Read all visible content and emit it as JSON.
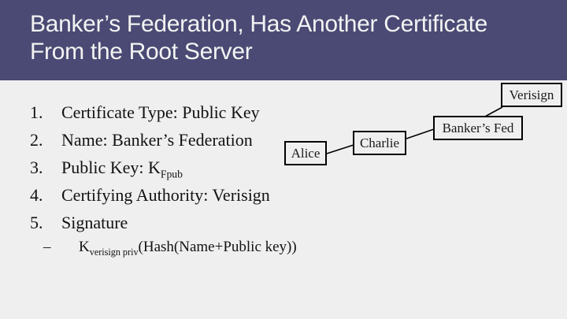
{
  "slide": {
    "title_line1": "Banker’s Federation, Has Another Certificate",
    "title_line2": "From the Root Server",
    "colors": {
      "title_bg": "#4a4a74",
      "title_text": "#f3f3f3",
      "content_bg": "#efefef",
      "box_border": "#000000",
      "body_text": "#121212"
    },
    "list": {
      "items": [
        {
          "number": "1.",
          "text": "Certificate Type: Public Key"
        },
        {
          "number": "2.",
          "text": "Name: Banker’s Federation"
        },
        {
          "number": "3.",
          "text": "Public Key: K",
          "sub": "Fpub"
        },
        {
          "number": "4.",
          "text": "Certifying Authority: Verisign"
        },
        {
          "number": "5.",
          "text": "Signature"
        }
      ],
      "sub_item": {
        "bullet": "–",
        "text_a": "K",
        "sub_a": "verisign priv",
        "text_b": "(Hash(Name+Public key))"
      }
    },
    "diagram": {
      "nodes": [
        {
          "label": "Alice"
        },
        {
          "label": "Charlie"
        },
        {
          "label": "Banker’s Fed"
        },
        {
          "label": "Verisign"
        }
      ]
    }
  }
}
